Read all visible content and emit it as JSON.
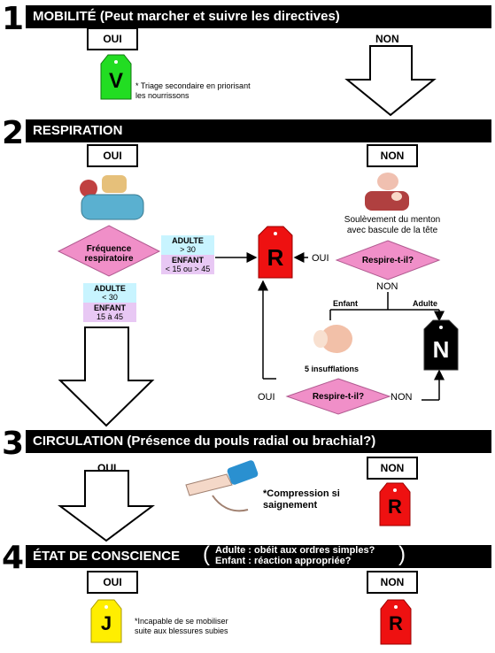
{
  "sections": {
    "s1": {
      "num": "1",
      "title": "MOBILITÉ (Peut marcher et suivre les directives)",
      "yes": "OUI",
      "no": "NON"
    },
    "s2": {
      "num": "2",
      "title": "RESPIRATION",
      "yes": "OUI",
      "no": "NON"
    },
    "s3": {
      "num": "3",
      "title": "CIRCULATION (Présence du pouls radial ou brachial?)",
      "yes": "OUI",
      "no": "NON"
    },
    "s4": {
      "num": "4",
      "title": "ÉTAT DE CONSCIENCE",
      "yes": "OUI",
      "no": "NON",
      "paren_open": "(",
      "paren_close": ")",
      "note_adult": "Adulte : obéit aux ordres simples?",
      "note_child": "Enfant : réaction appropriée?"
    }
  },
  "tags": {
    "green": {
      "letter": "V",
      "color": "#22dd22"
    },
    "red_main": {
      "letter": "R",
      "color": "#ee1111"
    },
    "black": {
      "letter": "N",
      "color": "#000000"
    },
    "red_circ": {
      "letter": "R",
      "color": "#ee1111"
    },
    "yellow": {
      "letter": "J",
      "color": "#ffee00"
    },
    "red_cons": {
      "letter": "R",
      "color": "#ee1111"
    }
  },
  "notes": {
    "triage": "* Triage secondaire en priorisant les nourrissons",
    "chin_lift": "Soulèvement du menton avec bascule de la tête",
    "compression": "*Compression si saignement",
    "incapable": "*Incapable de se mobiliser suite aux blessures subies",
    "insufflations": "5 insufflations"
  },
  "respiration": {
    "freq_label": "Fréquence respiratoire",
    "high": {
      "adult_label": "ADULTE",
      "adult_val": "> 30",
      "child_label": "ENFANT",
      "child_val": "< 15 ou > 45"
    },
    "normal": {
      "adult_label": "ADULTE",
      "adult_val": "< 30",
      "child_label": "ENFANT",
      "child_val": "15 à 45"
    },
    "breathes_q1": "Respire-t-il?",
    "breathes_q2": "Respire-t-il?",
    "oui1": "OUI",
    "non1": "NON",
    "oui2": "OUI",
    "non2": "NON",
    "child": "Enfant",
    "adult": "Adulte"
  },
  "colors": {
    "diamond": "#f08fc8",
    "adult_bg": "#c8f4ff",
    "child_bg": "#e8c8f4",
    "banner": "#000000"
  }
}
